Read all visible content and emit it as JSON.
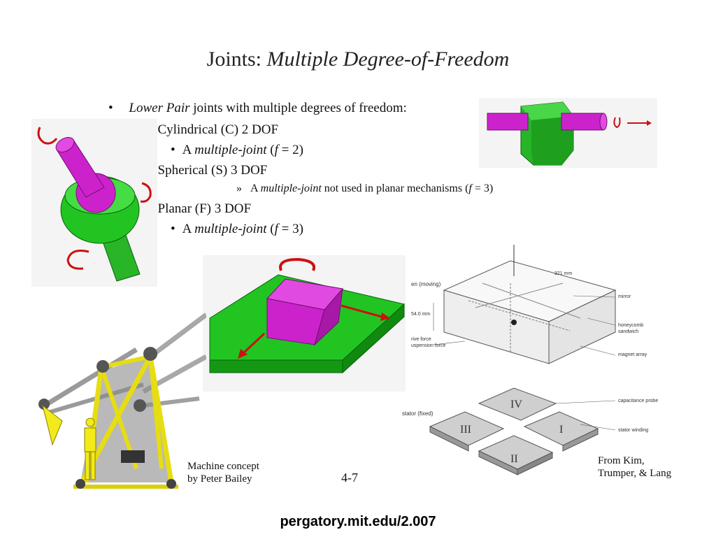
{
  "slide": {
    "title_prefix": "Joints: ",
    "title_italic": "Multiple Degree-of-Freedom"
  },
  "bullets": {
    "b1_marker": "•",
    "b1_italic": "Lower Pair",
    "b1_text": " joints with multiple degrees of freedom:",
    "dash": "–",
    "cyl": "Cylindrical (C) 2 DOF",
    "sph": "Spherical (S) 3 DOF",
    "pla": "Planar (F) 3 DOF",
    "sub_marker": "•",
    "sub_a": "A ",
    "sub_mj": "multiple-joint",
    "sub_open": " (",
    "sub_f": "f",
    "sub_eq2": " = 2)",
    "sub_eq3": " = 3)",
    "raquo": "»",
    "sph_note_a": "A ",
    "sph_note_mj": "multiple-joint",
    "sph_note_rest": " not used in planar mechanisms (",
    "sph_note_f": "f",
    "sph_note_end": " = 3)"
  },
  "machine": {
    "line1": "Machine concept",
    "line2": "by Peter Bailey"
  },
  "page_number": "4-7",
  "credit": {
    "line1": "From Kim,",
    "line2": "Trumper, & Lang"
  },
  "diagram_labels": {
    "dim_top": "321 mm",
    "platen": "en (moving)",
    "dim_side": "54.0 mm",
    "drive1": "rive force",
    "drive2": "uspension force",
    "mirror": "mirror",
    "honey1": "honeycomb",
    "honey2": "sandwich",
    "magnet": "magnet array",
    "stator": "stator (fixed)",
    "cap": "capacitance probe",
    "winding": "stator winding",
    "q1": "I",
    "q2": "II",
    "q3": "III",
    "q4": "IV"
  },
  "footer": "pergatory.mit.edu/2.007",
  "colors": {
    "green": "#22c422",
    "magenta": "#cc22cc",
    "red": "#cc1111",
    "yellow": "#f2ea1a"
  }
}
